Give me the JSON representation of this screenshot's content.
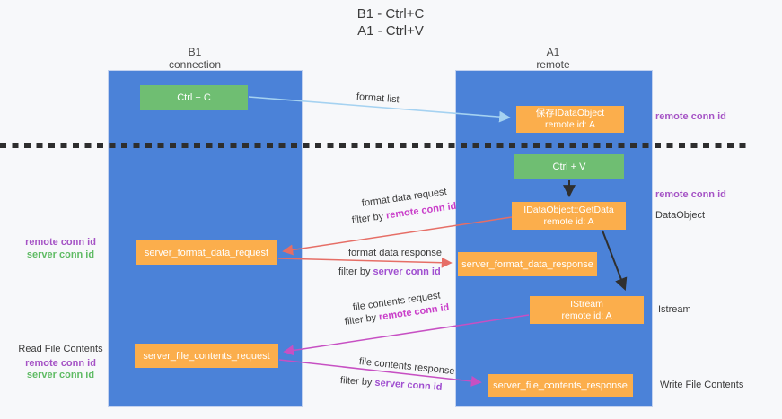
{
  "title": {
    "line1": "B1 - Ctrl+C",
    "line2": "A1 - Ctrl+V"
  },
  "lifelines": {
    "left": {
      "title": "B1",
      "subtitle": "connection"
    },
    "right": {
      "title": "A1",
      "subtitle": "remote"
    }
  },
  "boxes": {
    "ctrl_c": {
      "label": "Ctrl + C"
    },
    "save_idataobject": {
      "line1": "保存IDataObject",
      "line2": "remote id: A"
    },
    "ctrl_v": {
      "label": "Ctrl + V"
    },
    "getdata": {
      "line1": "IDataObject::GetData",
      "line2": "remote id: A"
    },
    "server_format_data_request": {
      "label": "server_format_data_request"
    },
    "server_format_data_response": {
      "label": "server_format_data_response"
    },
    "istream": {
      "line1": "IStream",
      "line2": "remote id: A"
    },
    "server_file_contents_request": {
      "label": "server_file_contents_request"
    },
    "server_file_contents_response": {
      "label": "server_file_contents_response"
    }
  },
  "labels": {
    "remote_conn_id": "remote conn id",
    "server_conn_id": "server conn id",
    "data_object": "DataObject",
    "istream": "Istream",
    "read_file_contents": "Read File Contents",
    "write_file_contents": "Write File Contents",
    "format_list": "format list",
    "format_data_request": "format data request",
    "format_data_response": "format data response",
    "file_contents_request": "file contents request",
    "file_contents_response": "file contents response",
    "filter_by": "filter by "
  },
  "colors": {
    "lifeline_blue": "#4b82d8",
    "box_green": "#6fbe72",
    "box_orange": "#fbae4c",
    "annotation_purple": "#a553c5",
    "annotation_green": "#5fbb64",
    "filter_magenta": "#c93ec9",
    "filter_violet": "#a04fd0",
    "arrow_salmon": "#e66e66",
    "arrow_magenta": "#c750c3",
    "arrow_lightblue": "#a5d2f1",
    "arrow_black": "#2f2f2f"
  }
}
